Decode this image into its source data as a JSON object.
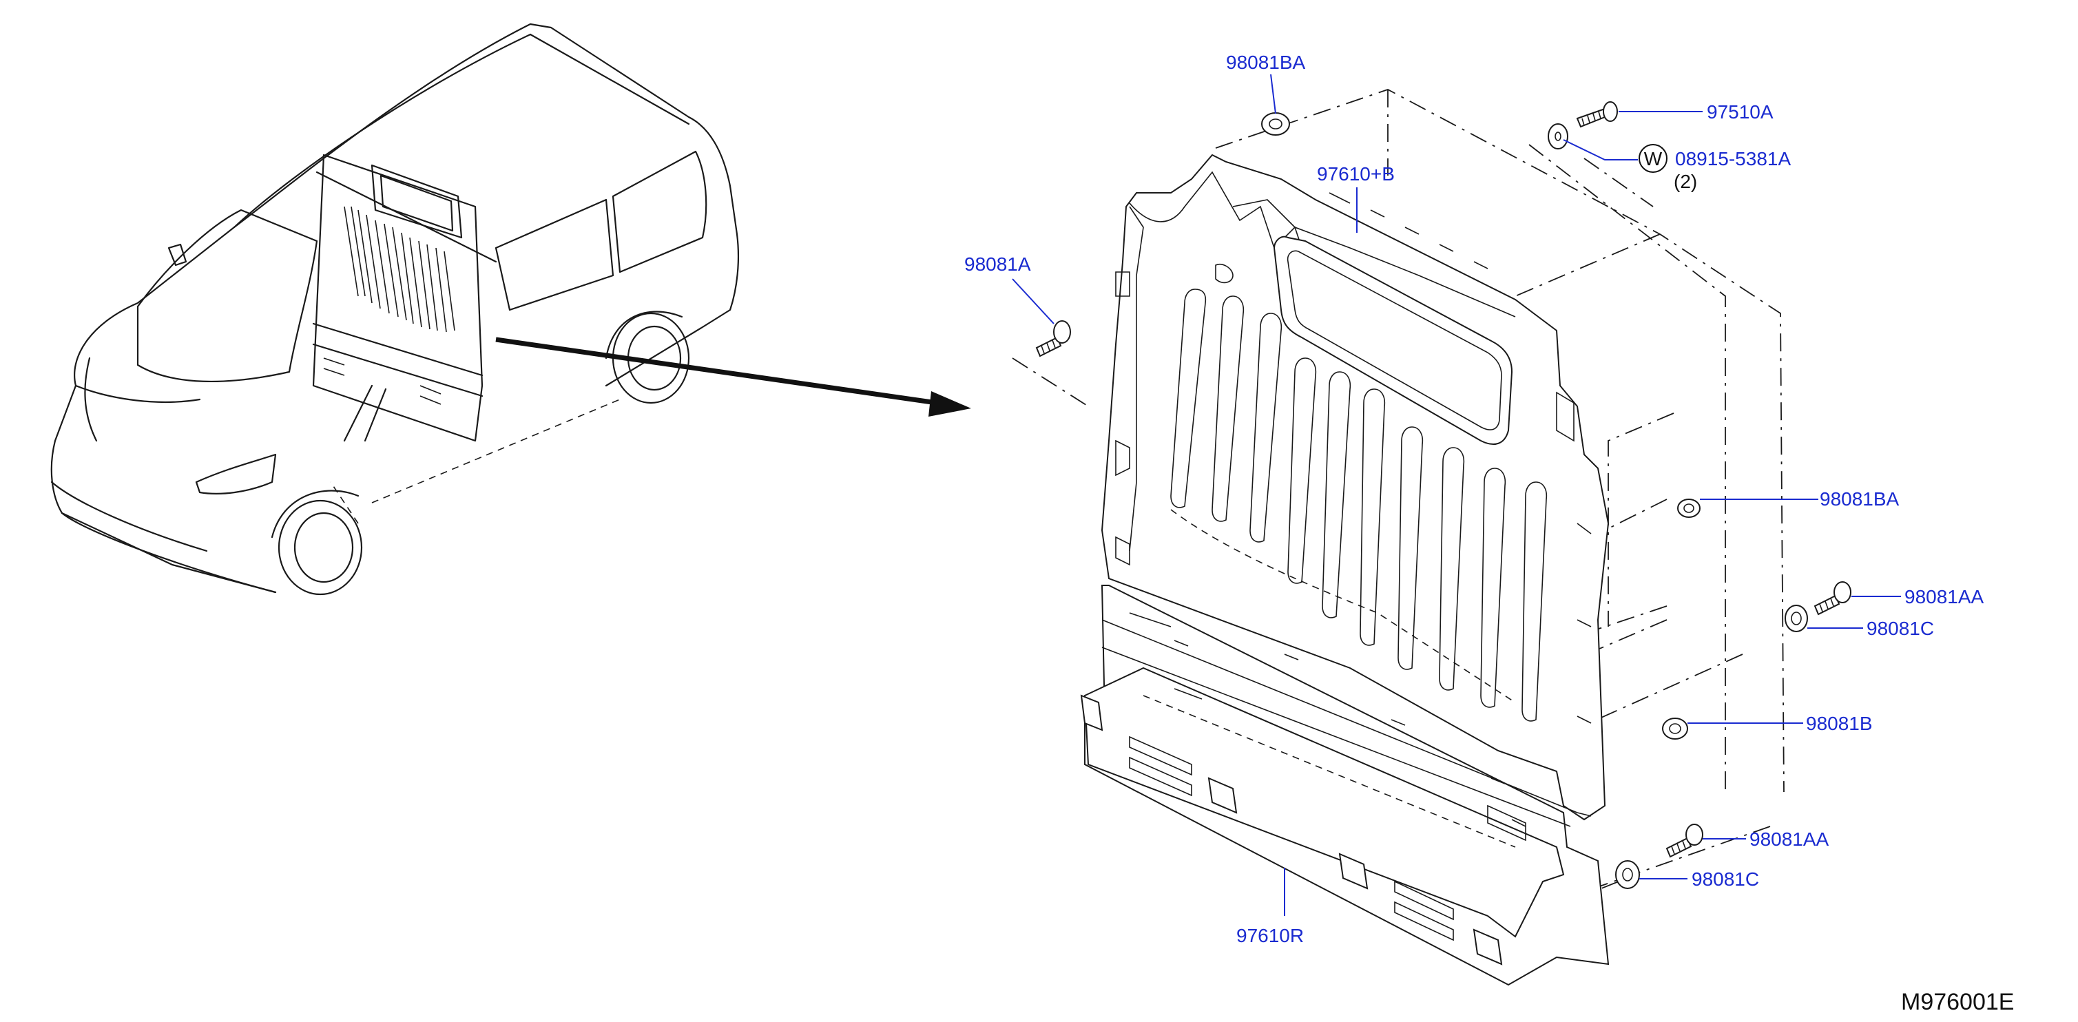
{
  "diagram": {
    "code": "M976001E",
    "callouts": [
      {
        "id": "c1",
        "label": "98081BA"
      },
      {
        "id": "c2",
        "label": "97510A"
      },
      {
        "id": "c3",
        "label": "08915-5381A"
      },
      {
        "id": "c4",
        "label": "(2)"
      },
      {
        "id": "c5",
        "label": "97610+B"
      },
      {
        "id": "c6",
        "label": "98081A"
      },
      {
        "id": "c7",
        "label": "98081BA"
      },
      {
        "id": "c8",
        "label": "98081AA"
      },
      {
        "id": "c9",
        "label": "98081C"
      },
      {
        "id": "c10",
        "label": "98081B"
      },
      {
        "id": "c11",
        "label": "98081AA"
      },
      {
        "id": "c12",
        "label": "98081C"
      },
      {
        "id": "c13",
        "label": "97610R"
      }
    ],
    "washer_symbol": "W",
    "colors": {
      "callout": "#1a2bd0",
      "line": "#1a1a1a"
    }
  }
}
